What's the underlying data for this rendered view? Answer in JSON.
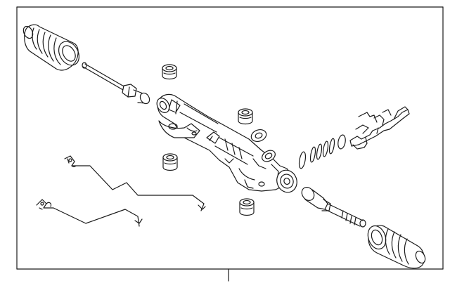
{
  "diagram": {
    "background": "#ffffff",
    "line_color": "#1a1a1a",
    "fill_color": "#ffffff",
    "parts": [
      "boot-left",
      "tie-rod-inner-left",
      "rack-housing",
      "mount-bushing-top-left",
      "mount-bushing-mid-left",
      "mount-bushing-top-right",
      "mount-bushing-bottom",
      "washer",
      "seal-rings",
      "valve-body",
      "tie-rod-inner-right",
      "boot-right",
      "pressure-line-upper",
      "pressure-line-lower"
    ]
  }
}
